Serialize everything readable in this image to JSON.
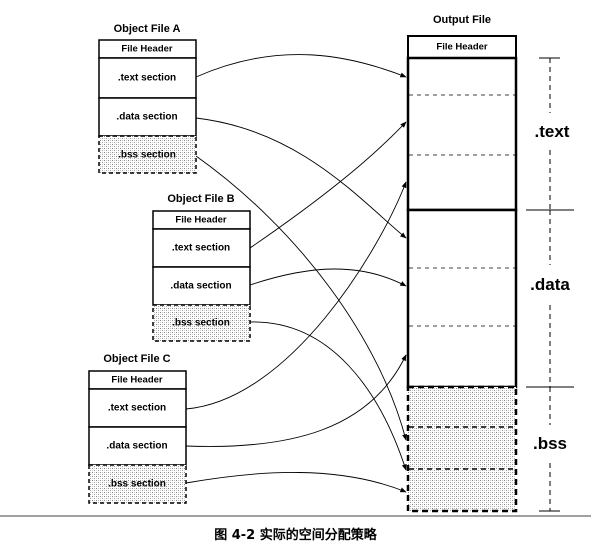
{
  "objects": [
    {
      "title": "Object File A",
      "header": "File Header",
      "text": ".text section",
      "data": ".data section",
      "bss": ".bss section"
    },
    {
      "title": "Object File B",
      "header": "File Header",
      "text": ".text section",
      "data": ".data section",
      "bss": ".bss section"
    },
    {
      "title": "Object File C",
      "header": "File Header",
      "text": ".text section",
      "data": ".data section",
      "bss": ".bss section"
    }
  ],
  "output": {
    "title": "Output File",
    "header": "File Header",
    "segments": [
      ".text",
      ".data",
      ".bss"
    ]
  },
  "caption": "图 4-2   实际的空间分配策略"
}
